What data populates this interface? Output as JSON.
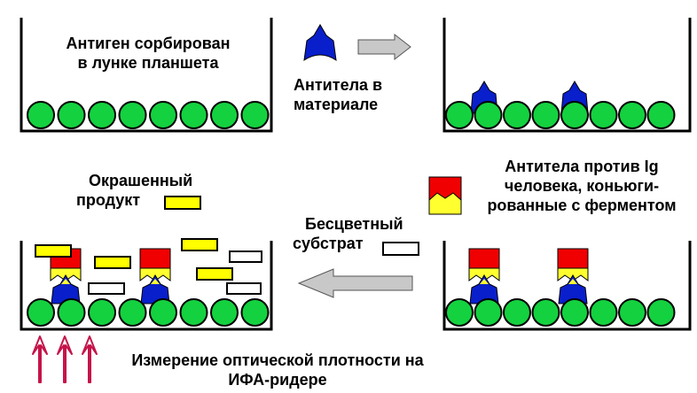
{
  "labels": {
    "antigen_line1": "Антиген сорбирован",
    "antigen_line2": "в лунке планшета",
    "antibodies_line1": "Антитела в",
    "antibodies_line2": "материале",
    "anti_ig_line1": "Антитела против Ig",
    "anti_ig_line2": "человека, коньюги-",
    "anti_ig_line3": "рованные с ферментом",
    "colored_line1": "Окрашенный",
    "colored_line2": "продукт",
    "colorless_line1": "Бесцветный",
    "colorless_line2": "субстрат",
    "measure_line1": "Измерение оптической плотности на",
    "measure_line2": "ИФА-ридере"
  },
  "colors": {
    "bead_green": "#13d13f",
    "antibody_blue": "#0a1fcc",
    "enzyme_red": "#f00000",
    "enzyme_yellow": "#ffff30",
    "product_yellow": "#ffff00",
    "arrow_gray": "#c8c8c8",
    "light_arrow_crimson": "#c4144a"
  }
}
